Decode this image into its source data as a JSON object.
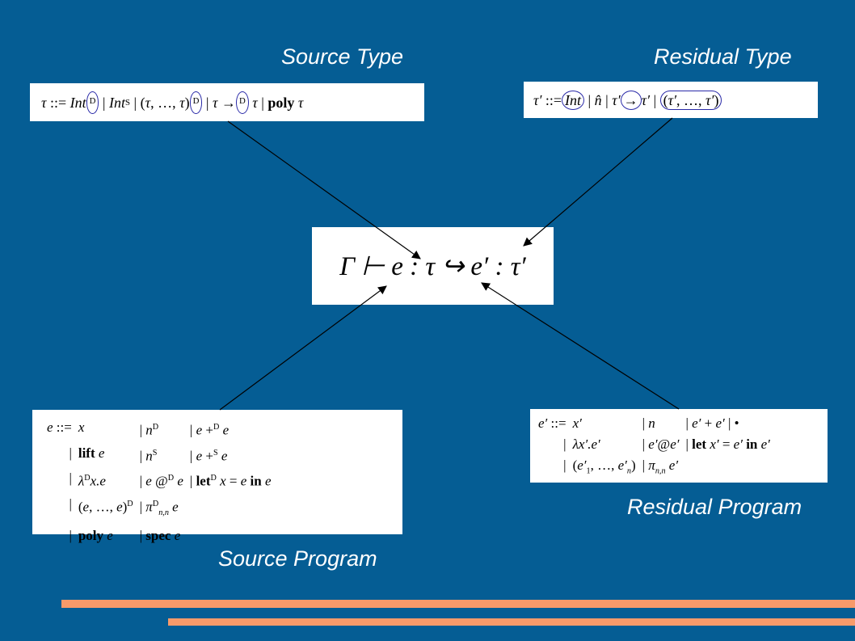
{
  "labels": {
    "source_type": "Source Type",
    "residual_type": "Residual Type",
    "source_program": "Source Program",
    "residual_program": "Residual Program"
  },
  "judgement": "Γ ⊢ e : τ ↪ e′ : τ′",
  "source_type": {
    "lhs": "τ ::=",
    "alternatives": [
      "Int^D",
      "Int^S",
      "(τ, …, τ)^D",
      "τ →^D τ",
      "poly τ"
    ]
  },
  "residual_type": {
    "lhs": "τ′ ::=",
    "alternatives": [
      "Int",
      "n̂",
      "τ′ → τ′",
      "(τ′, …, τ′)"
    ]
  },
  "source_program": {
    "lhs": "e ::=",
    "rows": [
      [
        "x",
        "n^D",
        "e +^D e"
      ],
      [
        "lift e",
        "n^S",
        "e +^S e"
      ],
      [
        "λ^D x.e",
        "e @^D e",
        "let^D x = e in e"
      ],
      [
        "(e, …, e)^D",
        "π^D_{n,n} e",
        ""
      ],
      [
        "poly e",
        "spec e",
        ""
      ]
    ]
  },
  "residual_program": {
    "lhs": "e′ ::=",
    "rows": [
      [
        "x′",
        "n",
        "e′ + e′",
        "•"
      ],
      [
        "λx′.e′",
        "e′@e′",
        "let x′ = e′ in e′",
        ""
      ],
      [
        "(e′₁, …, e′ₙ)",
        "π_{n,n} e′",
        "",
        ""
      ]
    ]
  },
  "colors": {
    "background": "#055d94",
    "stripe": "#f79a6a",
    "annotation": "#2a2aa8"
  }
}
